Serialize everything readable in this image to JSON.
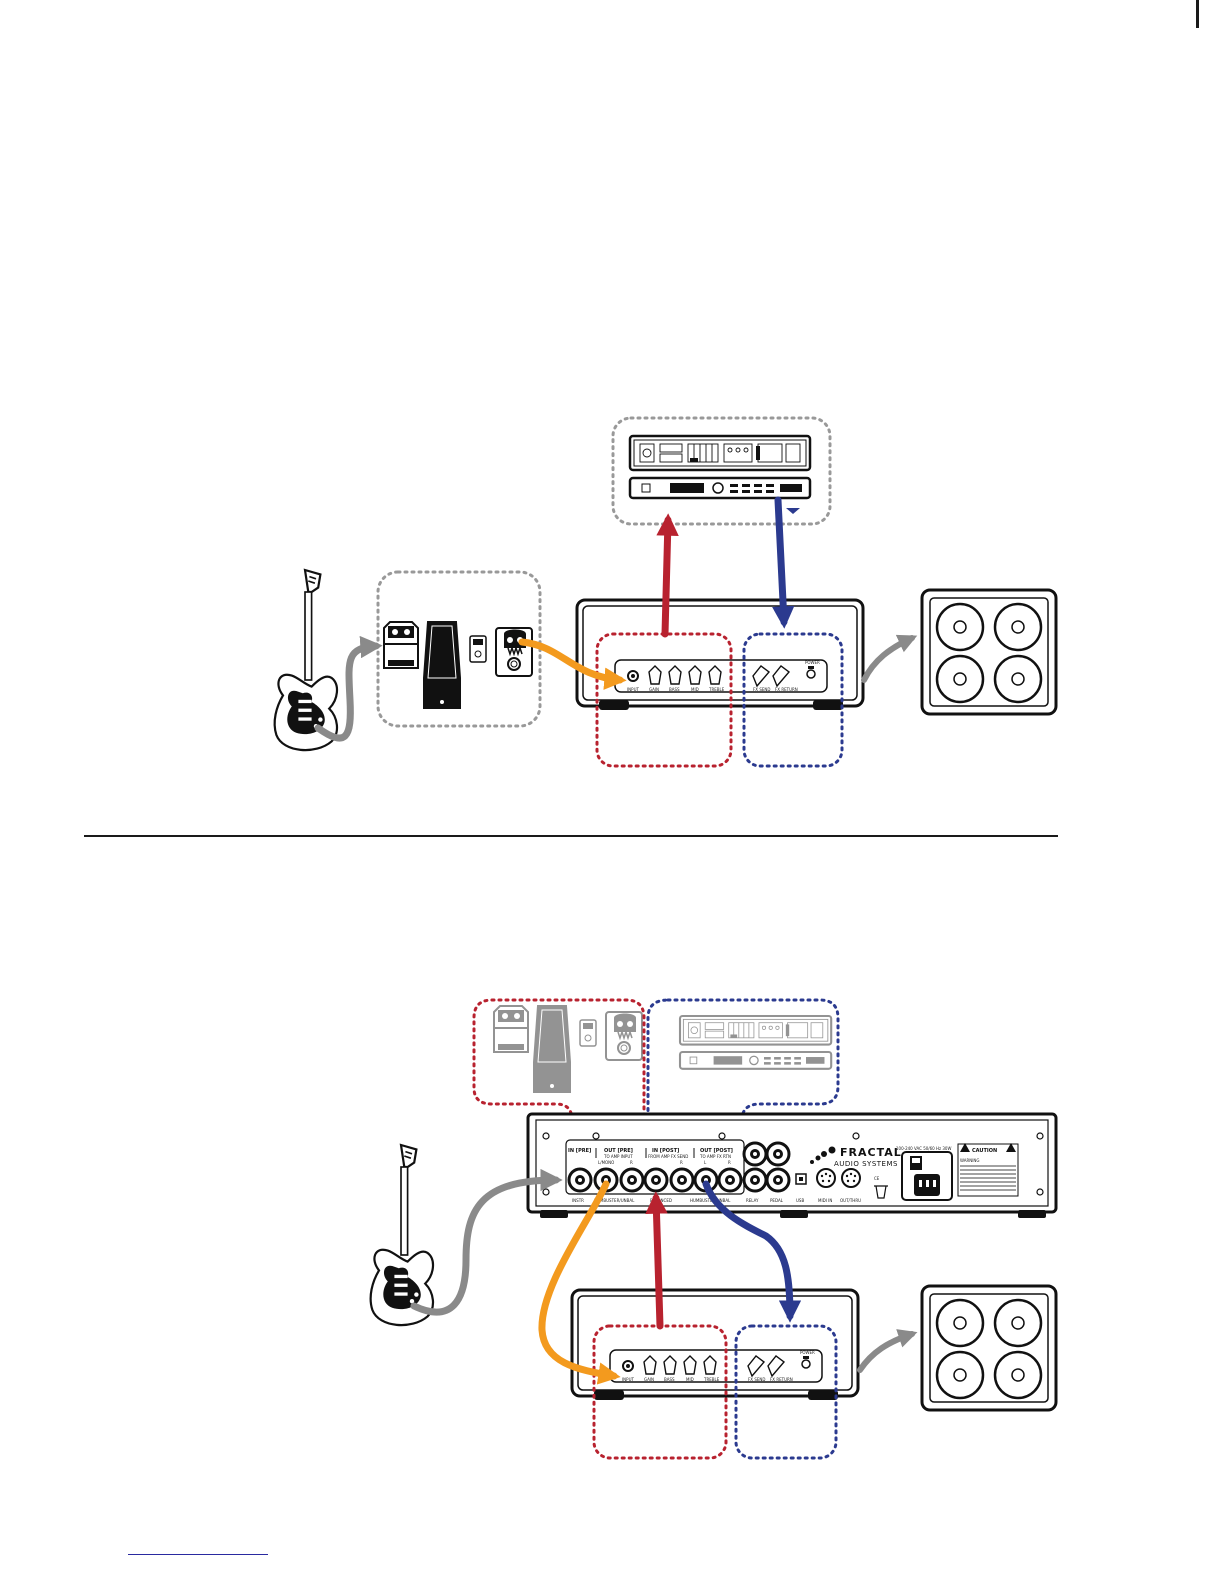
{
  "rear_panel": {
    "brand_line1": "FRACTAL",
    "brand_line2": "AUDIO SYSTEMS",
    "group_in_pre": "IN [PRE]",
    "group_out_pre": "OUT [PRE]",
    "group_in_post": "IN [POST]",
    "group_out_post": "OUT [POST]",
    "to_amp_input": "TO AMP INPUT",
    "l_mono": "L/MONO",
    "r": "R",
    "from_amp_fx_send": "FROM AMP FX SEND",
    "to_amp_fx_rtn": "TO AMP FX RTN",
    "l": "L",
    "label_instr": "INSTR",
    "label_humbuster": "HUMBUSTER/UNBAL",
    "label_balanced": "BALANCED",
    "label_humbuster2": "HUMBUSTER/UNBAL",
    "label_relay": "RELAY",
    "label_pedal": "PEDAL",
    "label_usb": "USB",
    "label_midi_in": "MIDI IN",
    "label_out_thru": "OUT/THRU",
    "voltage": "100-240 VAC 50/60 Hz 30W",
    "caution": "CAUTION",
    "warning": "WARNING"
  },
  "amp": {
    "knob_labels": [
      "INPUT",
      "GAIN",
      "BASS",
      "MID",
      "TREBLE"
    ],
    "fx_labels": [
      "FX SEND",
      "FX RETURN",
      "POWER"
    ]
  },
  "colors": {
    "orange_cable": "#F39A1E",
    "red_cable": "#B8222F",
    "blue_cable": "#2B3A8F",
    "gray_cable": "#8A8A8A"
  }
}
